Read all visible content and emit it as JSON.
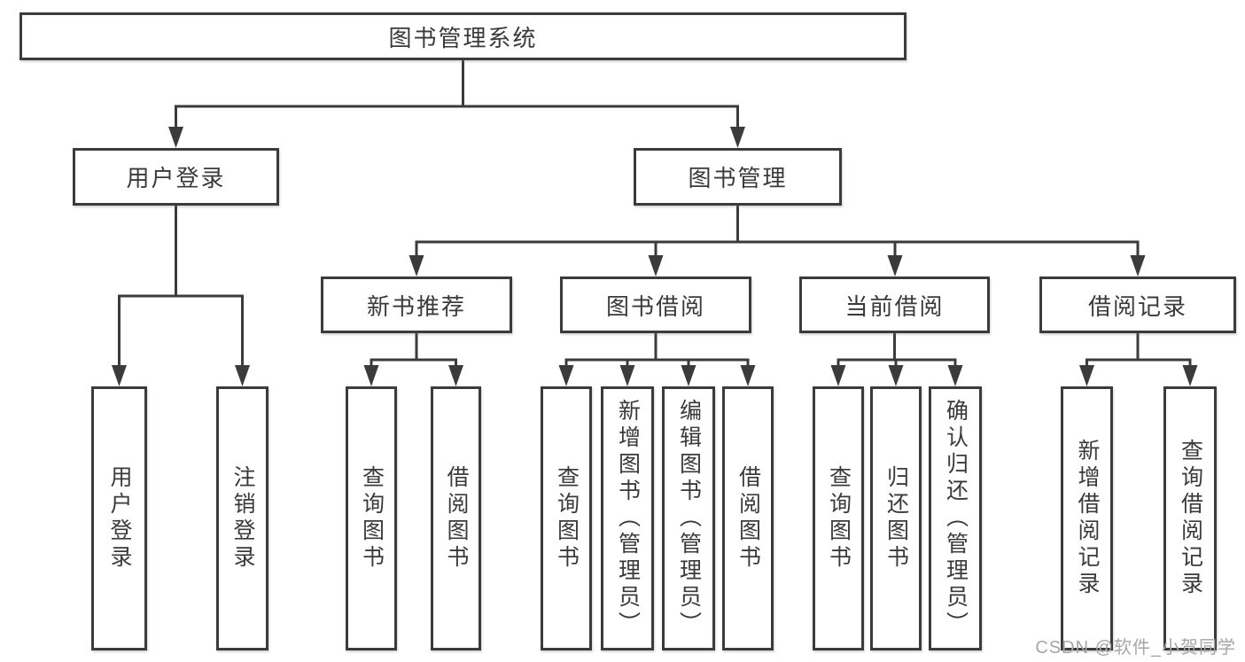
{
  "tree": {
    "root": "图书管理系统",
    "branches": [
      {
        "label": "用户登录",
        "children": [
          {
            "label": "用户登录"
          },
          {
            "label": "注销登录"
          }
        ]
      },
      {
        "label": "图书管理",
        "children": [
          {
            "label": "新书推荐",
            "children": [
              {
                "label": "查询图书"
              },
              {
                "label": "借阅图书"
              }
            ]
          },
          {
            "label": "图书借阅",
            "children": [
              {
                "label": "查询图书"
              },
              {
                "label": "新增图书（管理员）"
              },
              {
                "label": "编辑图书（管理员）"
              },
              {
                "label": "借阅图书"
              }
            ]
          },
          {
            "label": "当前借阅",
            "children": [
              {
                "label": "查询图书"
              },
              {
                "label": "归还图书"
              },
              {
                "label": "确认归还（管理员）"
              }
            ]
          },
          {
            "label": "借阅记录",
            "children": [
              {
                "label": "新增借阅记录"
              },
              {
                "label": "查询借阅记录"
              }
            ]
          }
        ]
      }
    ]
  },
  "watermark": "CSDN @软件_小贺同学",
  "colors": {
    "line": "#3b3b3b",
    "text": "#3a3a3a",
    "watermark_text": "#a6a6a6",
    "background": "#ffffff"
  }
}
